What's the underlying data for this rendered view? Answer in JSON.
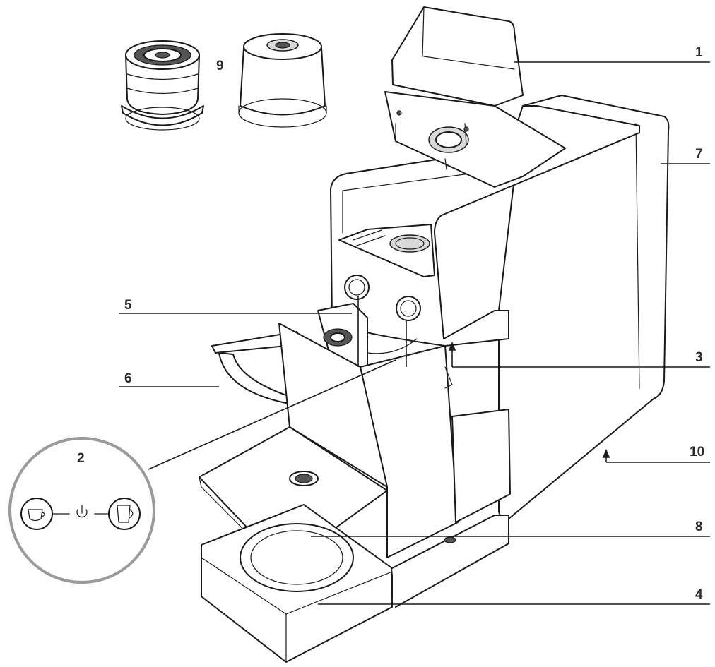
{
  "callouts": {
    "c1": "1",
    "c2": "2",
    "c3": "3",
    "c4": "4",
    "c5": "5",
    "c6": "6",
    "c7": "7",
    "c8": "8",
    "c9": "9",
    "c10": "10"
  },
  "icons": {
    "inset_left": "small-cup-icon",
    "inset_center": "power-icon",
    "inset_right": "large-cup-icon"
  },
  "colors": {
    "line": "#1a1a1a",
    "inset_ring": "#9a9a9a",
    "label": "#2b2b2b"
  }
}
